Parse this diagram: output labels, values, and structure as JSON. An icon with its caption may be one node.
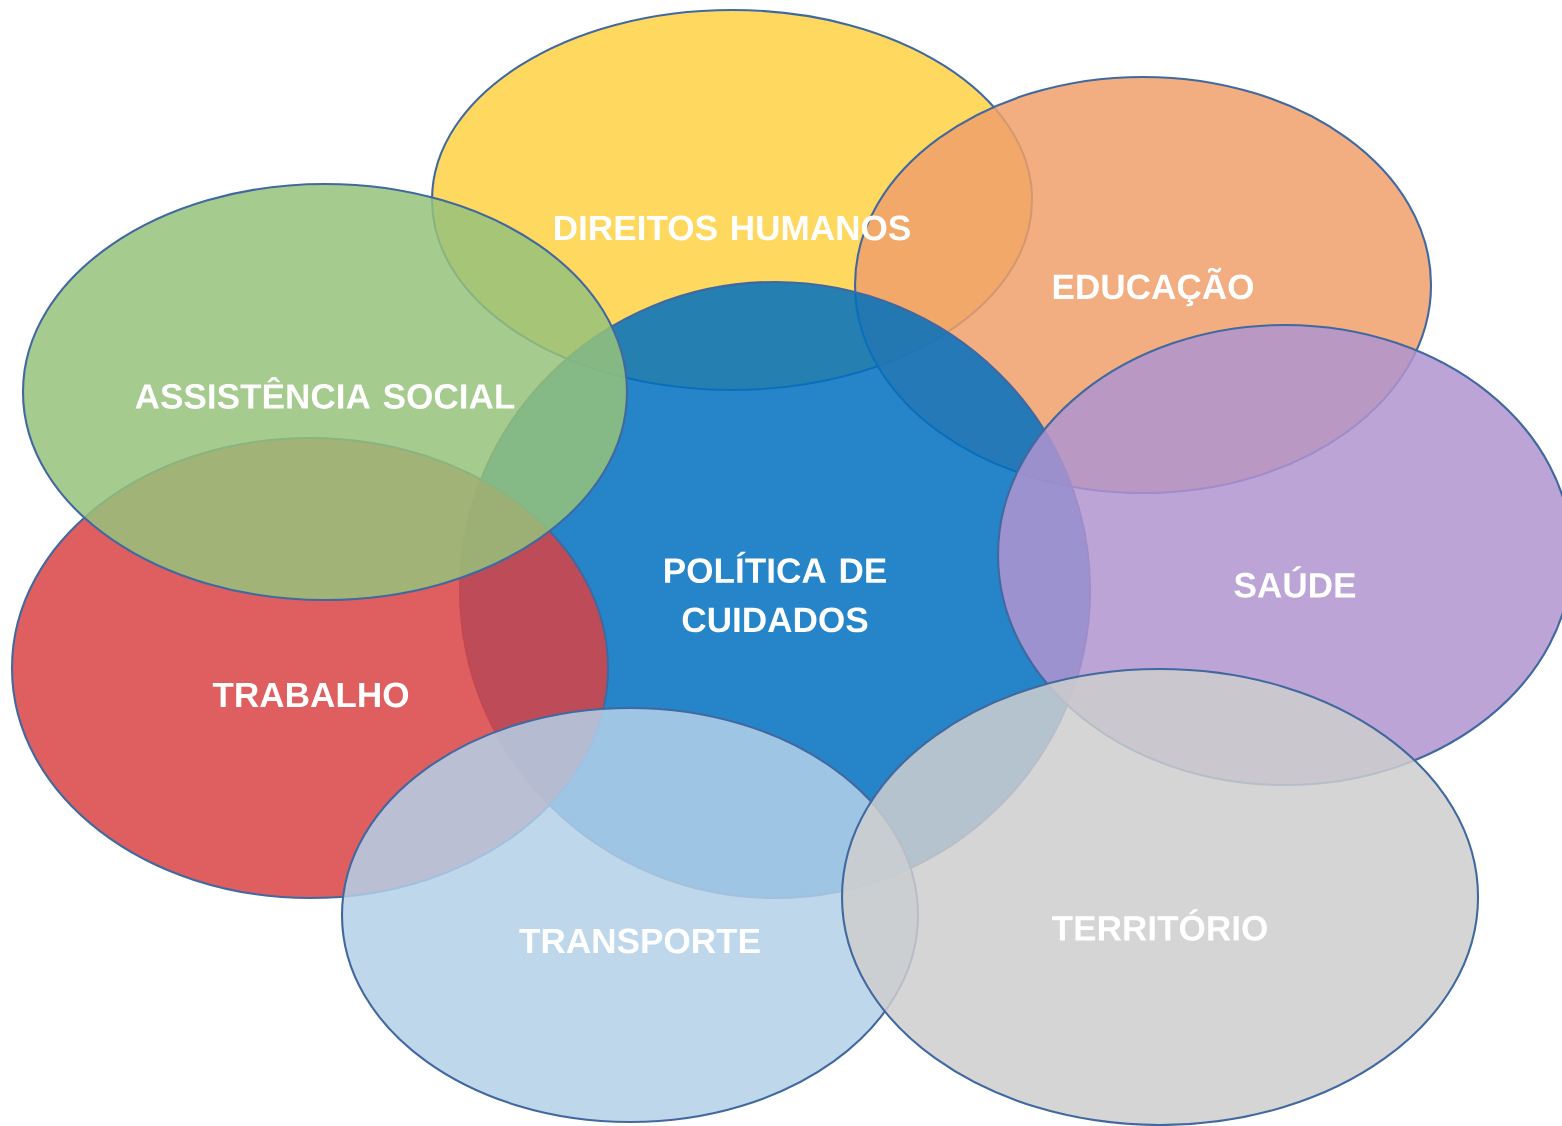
{
  "diagram": {
    "nodes": [
      {
        "text": [
          "DIREITOS HUMANOS"
        ]
      },
      {
        "text": [
          "EDUCAÇÃO"
        ]
      },
      {
        "text": [
          "ASSISTÊNCIA SOCIAL"
        ]
      },
      {
        "text": [
          "POLÍTICA DE CUIDADOS"
        ]
      },
      {
        "text": [
          "SAÚDE"
        ]
      },
      {
        "text": [
          "TRABALHO"
        ]
      },
      {
        "text": [
          "TRANSPORTE"
        ]
      },
      {
        "text": [
          "TERRITÓRIO"
        ]
      }
    ]
  }
}
